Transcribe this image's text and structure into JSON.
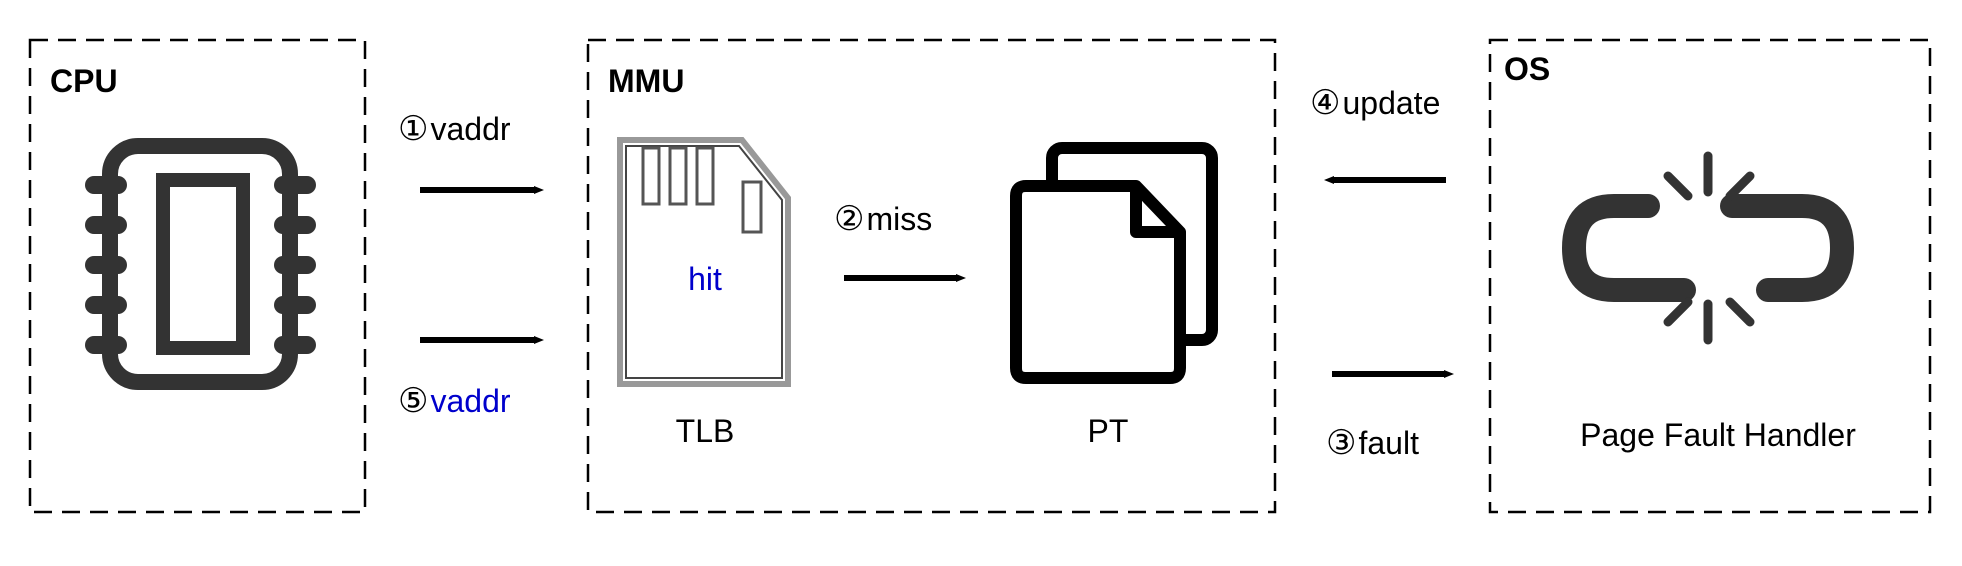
{
  "boxes": {
    "cpu": {
      "title": "CPU"
    },
    "mmu": {
      "title": "MMU"
    },
    "os": {
      "title": "OS"
    }
  },
  "components": {
    "tlb": {
      "label": "TLB",
      "inner_label": "hit"
    },
    "pt": {
      "label": "PT"
    },
    "handler": {
      "label": "Page Fault Handler"
    }
  },
  "steps": [
    {
      "num": "①",
      "text": "vaddr"
    },
    {
      "num": "②",
      "text": "miss"
    },
    {
      "num": "③",
      "text": "fault"
    },
    {
      "num": "④",
      "text": "update"
    },
    {
      "num": "⑤",
      "text": "vaddr"
    }
  ],
  "colors": {
    "highlight": "#0000cc",
    "icon": "#333333",
    "line": "#000000"
  },
  "icons": {
    "cpu": "cpu-chip-icon",
    "tlb": "sd-card-icon",
    "pt": "documents-icon",
    "handler": "broken-link-icon"
  }
}
